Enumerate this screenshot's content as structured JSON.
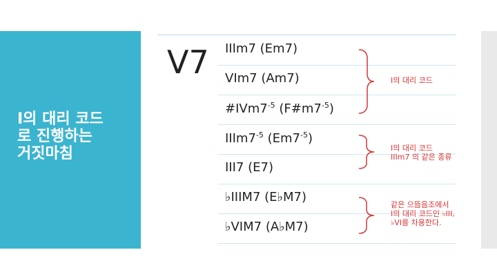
{
  "left_title": [
    "I의 대리 코드",
    "로 진행하는",
    "거짓마침"
  ],
  "dominant_label": "V7",
  "rows": [
    {
      "main": "IIIm7 (Em7)",
      "sup1": "",
      "mid": "",
      "sup2": "",
      "end": ""
    },
    {
      "main": "VIm7 (Am7)",
      "sup1": "",
      "mid": "",
      "sup2": "",
      "end": ""
    },
    {
      "main": "#IVm7",
      "sup1": "-5",
      "mid": " (F#m7",
      "sup2": "-5",
      "end": ")"
    },
    {
      "main": "IIIm7",
      "sup1": "-5",
      "mid": " (Em7",
      "sup2": "-5",
      "end": ")"
    },
    {
      "main": "III7 (E7)",
      "sup1": "",
      "mid": "",
      "sup2": "",
      "end": ""
    },
    {
      "main": "♭IIIM7 (E♭M7)",
      "sup1": "",
      "mid": "",
      "sup2": "",
      "end": ""
    },
    {
      "main": "♭VIM7 (A♭M7)",
      "sup1": "",
      "mid": "",
      "sup2": "",
      "end": ""
    }
  ],
  "notes": [
    [
      "I의 대리 코드"
    ],
    [
      "I의 대리 코드",
      "IIIm7 의 같은 종류"
    ],
    [
      "같은 으뜸음조에서",
      "I의 대리 코드인 ♭III,",
      "♭VI를 차용한다."
    ]
  ],
  "colors": {
    "panel": "#3bb4cf",
    "accent": "#d93333",
    "rule": "#cfe7ee"
  }
}
